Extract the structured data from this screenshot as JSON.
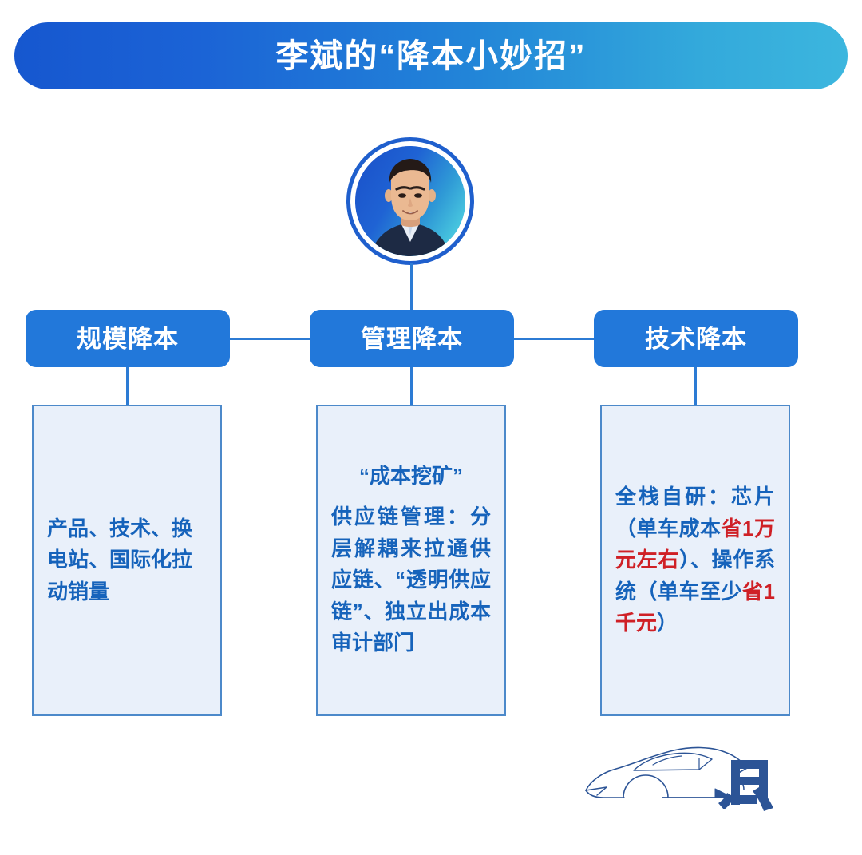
{
  "header": {
    "title": "李斌的“降本小妙招”",
    "gradient_from": "#1657cf",
    "gradient_to": "#3cb6de"
  },
  "avatar": {
    "name": "li-bin-portrait",
    "ring_color": "#1f5fcd",
    "background_gradient_from": "#1a4fc8",
    "background_gradient_to": "#44c0dd"
  },
  "theme": {
    "category_box_color": "#2278da",
    "detail_box_fill": "#e9f0fa",
    "detail_box_border": "#4c89ca",
    "body_text_color": "#1663bb",
    "highlight_color": "#cf2026",
    "connector_color": "#2c7bd4"
  },
  "categories": [
    {
      "label": "规模降本",
      "detail": {
        "heading": "",
        "segments": [
          {
            "text": "产品、技术、换电站、国际化拉动销量",
            "highlight": false
          }
        ]
      }
    },
    {
      "label": "管理降本",
      "detail": {
        "heading": "“成本挖矿”",
        "segments": [
          {
            "text": "供应链管理：分层解耦来拉通供应链、“透明供应链”、独立出成本审计部门",
            "highlight": false
          }
        ]
      }
    },
    {
      "label": "技术降本",
      "detail": {
        "heading": "",
        "segments": [
          {
            "text": "全栈自研：芯片（单车成本",
            "highlight": false
          },
          {
            "text": "省1万元左右",
            "highlight": true
          },
          {
            "text": "）、操作系统（单车至少",
            "highlight": false
          },
          {
            "text": "省1千元",
            "highlight": true
          },
          {
            "text": "）",
            "highlight": false
          }
        ]
      }
    }
  ],
  "logo": {
    "text": "一见",
    "icon": "sports-car-outline-icon",
    "color": "#2c5496"
  }
}
